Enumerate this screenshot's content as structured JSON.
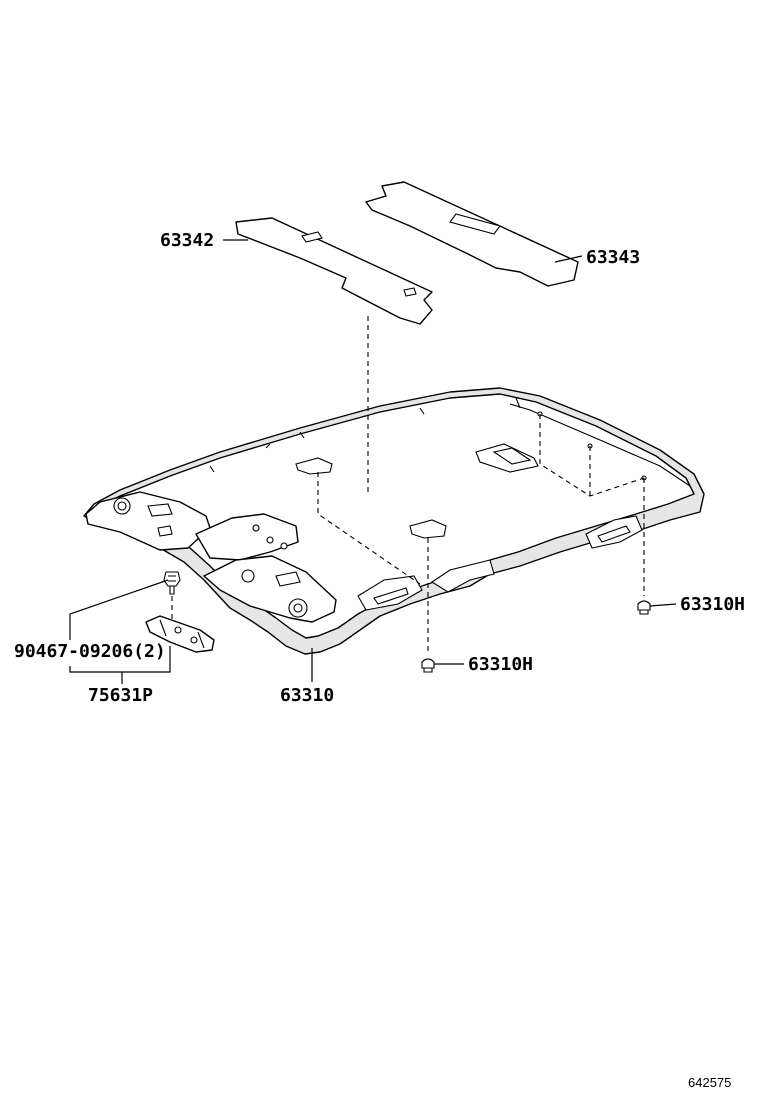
{
  "callouts": {
    "sunshade_front": "63342",
    "sunshade_rear": "63343",
    "clip_right": "63310H",
    "clip_center": "63310H",
    "clip_screw": "90467-09206(2)",
    "assist_grip": "75631P",
    "headlining": "63310"
  },
  "catalog_number": "642575"
}
